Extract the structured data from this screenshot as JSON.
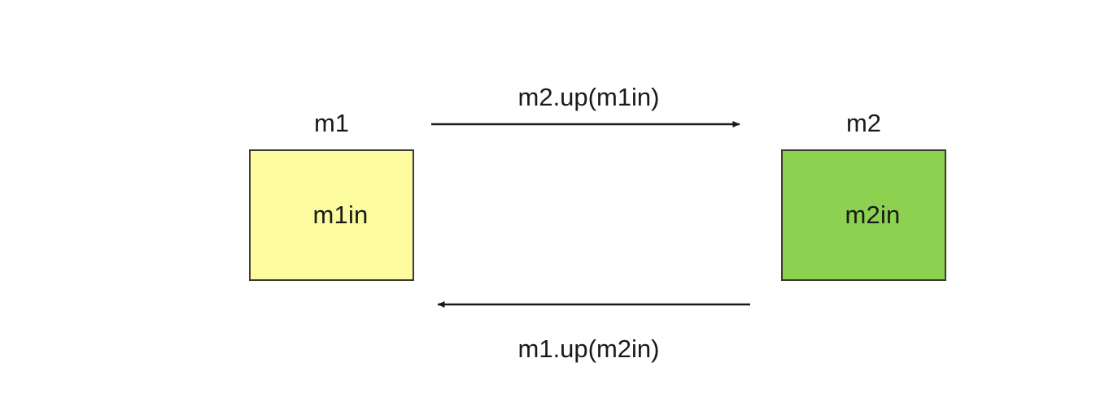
{
  "diagram": {
    "title": "module-update-exchange",
    "background_color": "#ffffff",
    "line_color": "#1a1a1a",
    "modules": [
      {
        "id": "m1",
        "caption": "m1",
        "inner_label": "m1in",
        "fill_color": "#FCFC9E",
        "border_color": "#3a3a2e"
      },
      {
        "id": "m2",
        "caption": "m2",
        "inner_label": "m2in",
        "fill_color": "#8CD14F",
        "border_color": "#3a3a2e"
      }
    ],
    "arrows": [
      {
        "id": "top",
        "label": "m2.up(m1in)",
        "direction": "right",
        "from": "m1",
        "to": "m2"
      },
      {
        "id": "bottom",
        "label": "m1.up(m2in)",
        "direction": "left",
        "from": "m2",
        "to": "m1"
      }
    ]
  }
}
